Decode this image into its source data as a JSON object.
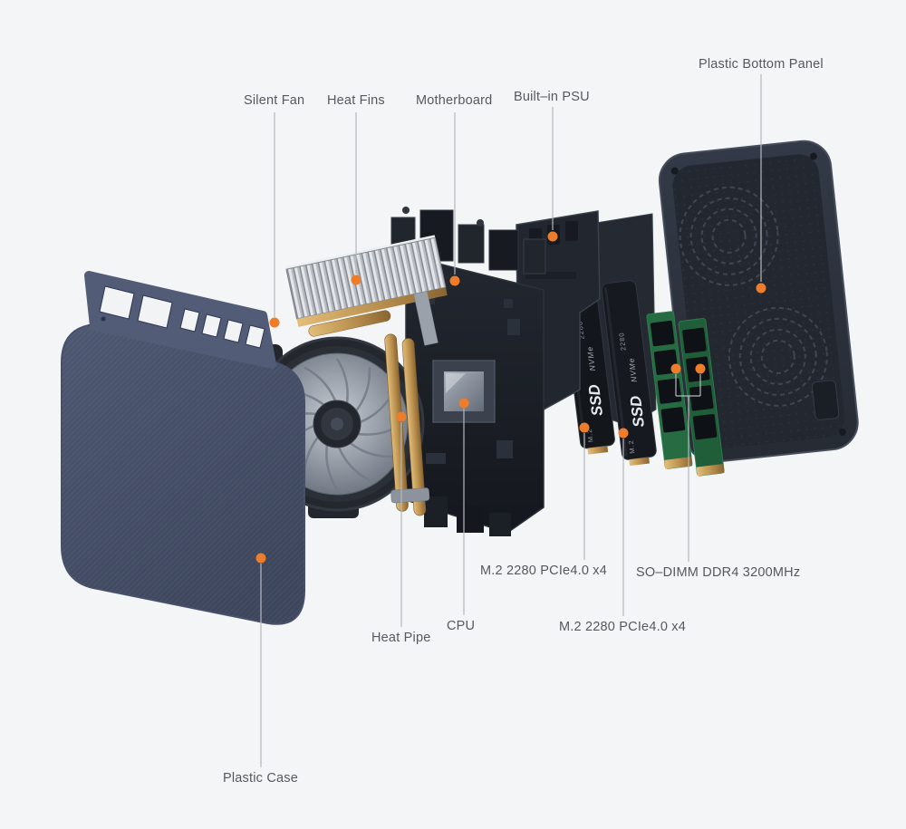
{
  "page": {
    "background_color": "#f4f5f6",
    "accent_color": "#ED7D2B",
    "callout_line_color": "#b6b9bd",
    "label_text_color": "#55595f"
  },
  "callouts": {
    "silent_fan": "Silent Fan",
    "heat_fins": "Heat Fins",
    "motherboard": "Motherboard",
    "built_in_psu": "Built–in PSU",
    "plastic_bottom_panel": "Plastic Bottom Panel",
    "m2_ssd_front": "M.2 2280 PCIe4.0 x4",
    "so_dimm": "SO–DIMM DDR4 3200MHz",
    "cpu": "CPU",
    "heat_pipe": "Heat Pipe",
    "m2_ssd_rear": "M.2 2280 PCIe4.0 x4",
    "plastic_case": "Plastic Case"
  },
  "components": {
    "ssd": {
      "spec": "M.2",
      "name": "SSD",
      "interface": "NVMe",
      "size": "2280"
    }
  }
}
